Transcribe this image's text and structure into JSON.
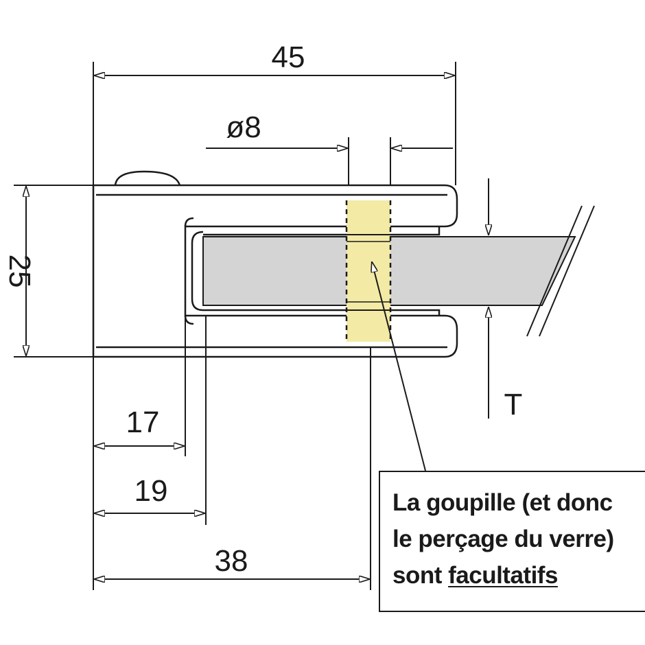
{
  "dimensions": {
    "width_total": "45",
    "diameter": "ø8",
    "height": "25",
    "depth_a": "17",
    "depth_b": "19",
    "depth_c": "38",
    "thickness": "T"
  },
  "note": {
    "line1": "La goupille (et donc",
    "line2": "le perçage du verre)",
    "line3_prefix": "sont ",
    "line3_emphasis": "facultatifs"
  },
  "colors": {
    "line": "#1a1a1a",
    "glass": "#d4d4d4",
    "pin": "#f3eaa6",
    "background": "#ffffff"
  }
}
